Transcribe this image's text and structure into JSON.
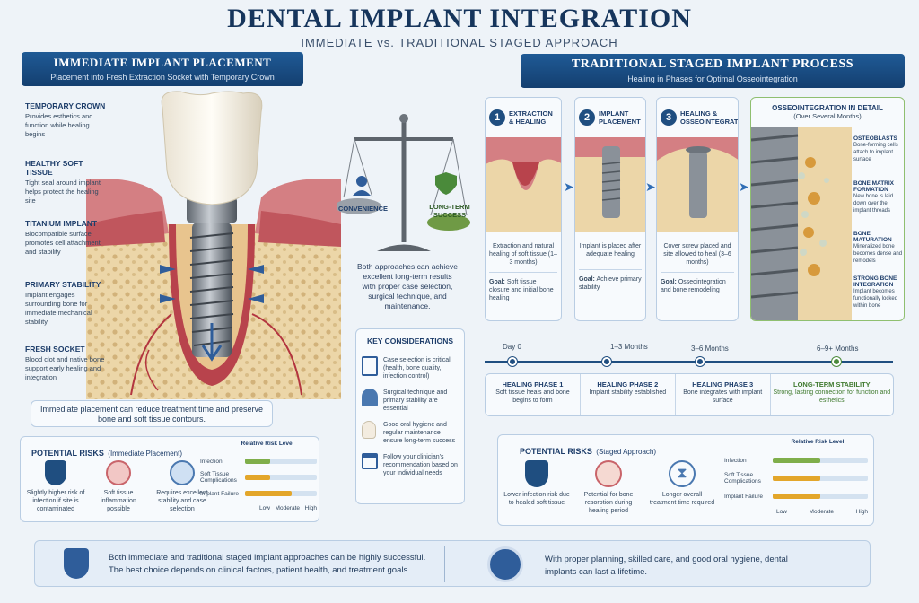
{
  "header": {
    "title": "DENTAL IMPLANT INTEGRATION",
    "subtitle": "IMMEDIATE vs. TRADITIONAL STAGED APPROACH"
  },
  "left": {
    "banner_title": "IMMEDIATE IMPLANT PLACEMENT",
    "banner_sub": "Placement into Fresh Extraction Socket with Temporary Crown",
    "labels": [
      {
        "title": "TEMPORARY CROWN",
        "text": "Provides esthetics and function while healing begins"
      },
      {
        "title": "HEALTHY SOFT TISSUE",
        "text": "Tight seal around implant helps protect the healing site"
      },
      {
        "title": "TITANIUM IMPLANT",
        "text": "Biocompatible surface promotes cell attachment and stability"
      },
      {
        "title": "PRIMARY STABILITY",
        "text": "Implant engages surrounding bone for immediate mechanical stability"
      },
      {
        "title": "FRESH SOCKET",
        "text": "Blood clot and native bone support early healing and integration"
      }
    ],
    "note": "Immediate placement can reduce treatment time and preserve bone and soft tissue contours."
  },
  "scale": {
    "left_label": "CONVENIENCE",
    "right_label": "LONG-TERM SUCCESS",
    "text": "Both approaches can achieve excellent long-term results with proper case selection, surgical technique, and maintenance."
  },
  "considerations": {
    "title": "KEY CONSIDERATIONS",
    "items": [
      "Case selection is critical (health, bone quality, infection control)",
      "Surgical technique and primary stability are essential",
      "Good oral hygiene and regular maintenance ensure long-term success",
      "Follow your clinician's recommendation based on your individual needs"
    ]
  },
  "right": {
    "banner_title": "TRADITIONAL STAGED IMPLANT PROCESS",
    "banner_sub": "Healing in Phases for Optimal Osseointegration",
    "steps": [
      {
        "num": "1",
        "title": "EXTRACTION & HEALING",
        "desc": "Extraction and natural healing of soft tissue (1–3 months)",
        "goal_label": "Goal:",
        "goal": "Soft tissue closure and initial bone healing"
      },
      {
        "num": "2",
        "title": "IMPLANT PLACEMENT",
        "desc": "Implant is placed after adequate healing",
        "goal_label": "Goal:",
        "goal": "Achieve primary stability"
      },
      {
        "num": "3",
        "title": "HEALING & OSSEOINTEGRATION",
        "desc": "Cover screw placed and site allowed to heal (3–6 months)",
        "goal_label": "Goal:",
        "goal": "Osseointegration and bone remodeling"
      }
    ],
    "detail": {
      "title": "OSSEOINTEGRATION IN DETAIL",
      "sub": "(Over Several Months)",
      "items": [
        {
          "title": "OSTEOBLASTS",
          "text": "Bone-forming cells attach to implant surface"
        },
        {
          "title": "BONE MATRIX FORMATION",
          "text": "New bone is laid down over the implant threads"
        },
        {
          "title": "BONE MATURATION",
          "text": "Mineralized bone becomes dense and remodels"
        },
        {
          "title": "STRONG BONE INTEGRATION",
          "text": "Implant becomes functionally locked within bone"
        }
      ]
    }
  },
  "timeline": {
    "ticks": [
      "Day 0",
      "1–3  Months",
      "3–6  Months",
      "6–9+  Months"
    ],
    "phases": [
      {
        "title": "HEALING PHASE 1",
        "text": "Soft tissue heals and bone begins to form"
      },
      {
        "title": "HEALING PHASE 2",
        "text": "Implant stability established"
      },
      {
        "title": "HEALING PHASE 3",
        "text": "Bone integrates with implant surface"
      },
      {
        "title": "LONG-TERM STABILITY",
        "text": "Strong, lasting connection for function and esthetics"
      }
    ]
  },
  "risks_left": {
    "title": "POTENTIAL RISKS",
    "title_sub": "(Immediate Placement)",
    "icons": [
      {
        "icon": "shield-tooth-icon",
        "text": "Slightly higher risk of infection if site is contaminated"
      },
      {
        "icon": "inflamed-gum-icon",
        "text": "Soft tissue inflammation possible"
      },
      {
        "icon": "bone-cells-icon",
        "text": "Requires excellent stability and case selection"
      }
    ],
    "chart_title": "Relative Risk Level",
    "rows": [
      {
        "label": "Infection",
        "level": 0.35,
        "color": "#7fae4a"
      },
      {
        "label": "Soft Tissue Complications",
        "level": 0.35,
        "color": "#e3a62a"
      },
      {
        "label": "Implant Failure",
        "level": 0.65,
        "color": "#e3a62a"
      }
    ],
    "axis": [
      "Low",
      "Moderate",
      "High"
    ]
  },
  "risks_right": {
    "title": "POTENTIAL RISKS",
    "title_sub": "(Staged Approach)",
    "icons": [
      {
        "icon": "shield-tooth-icon",
        "text": "Lower infection risk due to healed soft tissue"
      },
      {
        "icon": "bone-resorption-icon",
        "text": "Potential for bone resorption during healing period"
      },
      {
        "icon": "hourglass-icon",
        "text": "Longer overall treatment time required"
      }
    ],
    "chart_title": "Relative Risk Level",
    "rows": [
      {
        "label": "Infection",
        "level": 0.5,
        "color": "#7fae4a"
      },
      {
        "label": "Soft Tissue Complications",
        "level": 0.5,
        "color": "#e3a62a"
      },
      {
        "label": "Implant Failure",
        "level": 0.5,
        "color": "#e3a62a"
      }
    ],
    "axis": [
      "Low",
      "Moderate",
      "High"
    ]
  },
  "footer": {
    "left_text": "Both immediate and traditional staged implant approaches can be highly successful. The best choice depends on clinical factors, patient health, and treatment goals.",
    "right_text": "With proper planning, skilled care, and good oral hygiene, dental implants can last a lifetime."
  },
  "colors": {
    "navy": "#16355c",
    "gum": "#c9646a",
    "bone": "#ecd9b0",
    "metal": "#8a9199",
    "accent_green": "#4a8a3a"
  }
}
